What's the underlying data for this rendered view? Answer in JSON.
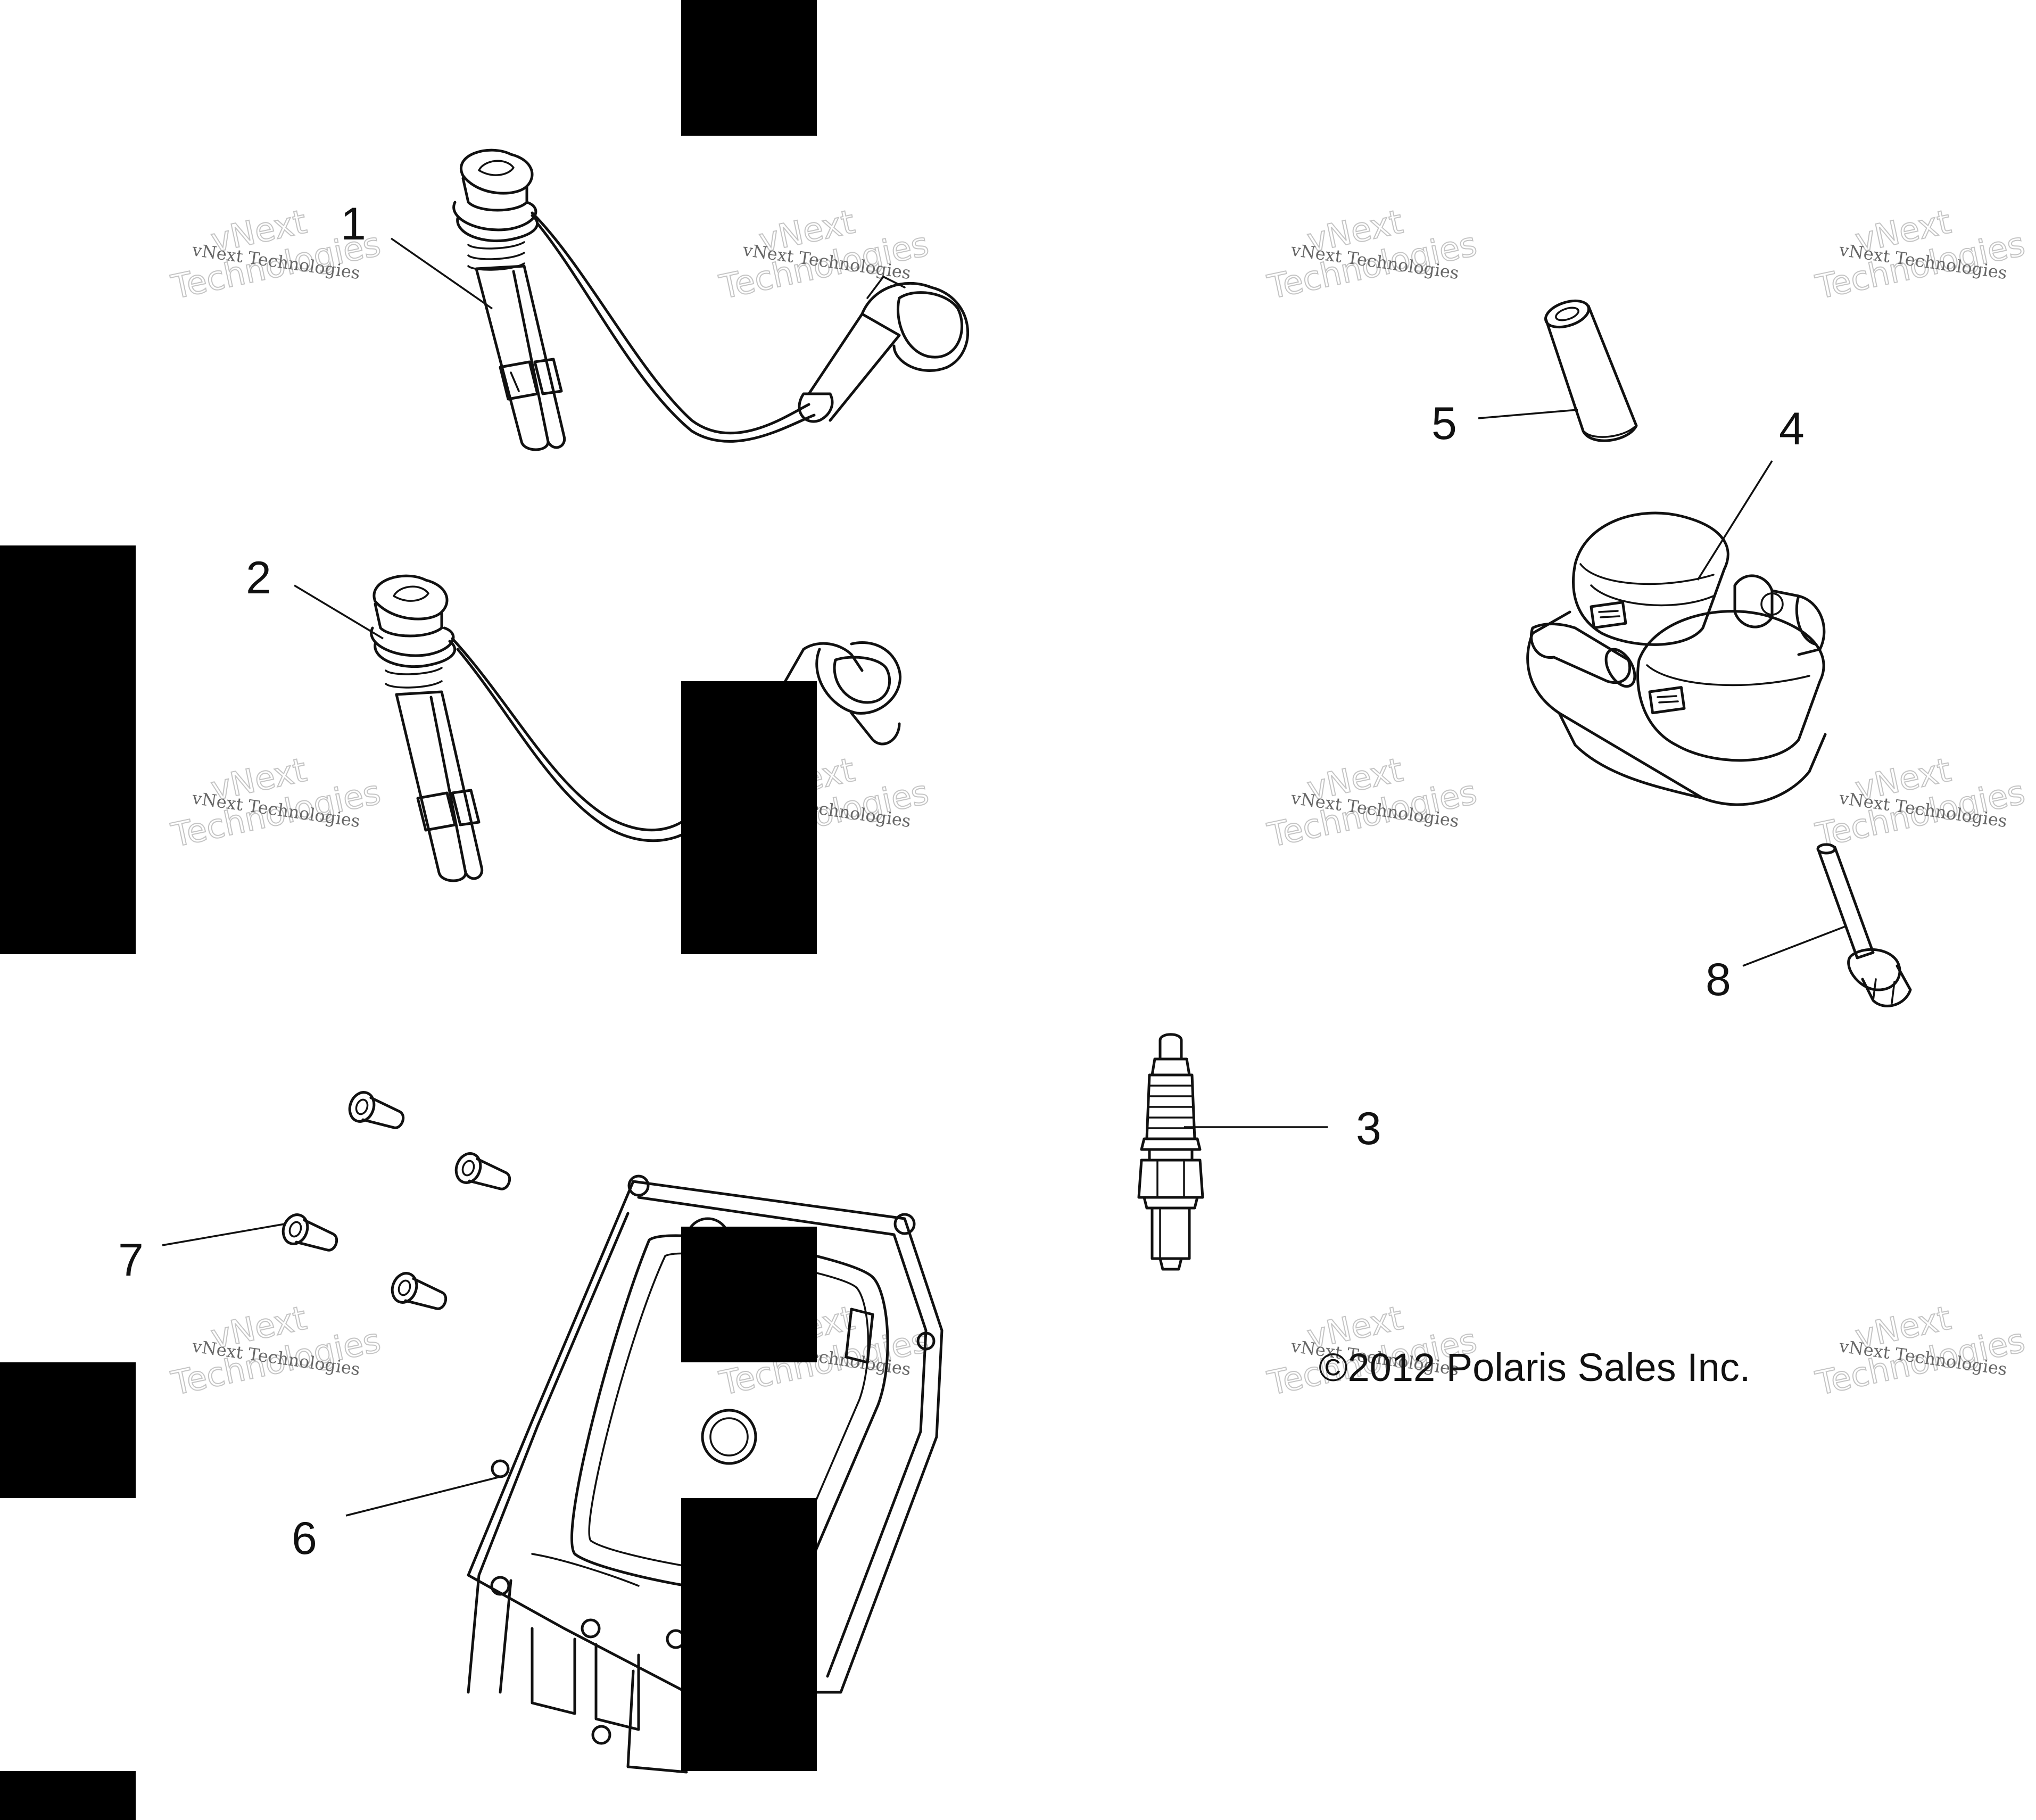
{
  "callouts": [
    "1",
    "2",
    "3",
    "4",
    "5",
    "6",
    "7",
    "8"
  ],
  "copyright": "©2012 Polaris Sales Inc.",
  "watermark": {
    "line1": "vNext Technologies",
    "line2_a": "vNext",
    "line2_b": "Technologies"
  },
  "colors": {
    "ink": "#111111",
    "watermark": "#c4c4c4",
    "mask": "#000000"
  }
}
